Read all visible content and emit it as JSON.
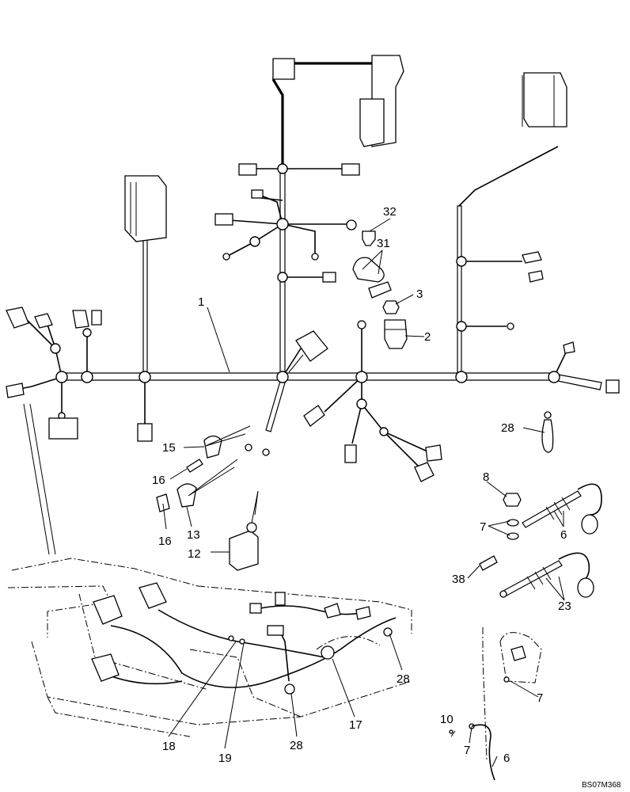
{
  "diagram": {
    "reference_code": "BS07M368",
    "callouts": [
      {
        "id": "c1",
        "text": "1"
      },
      {
        "id": "c2",
        "text": "2"
      },
      {
        "id": "c3",
        "text": "3"
      },
      {
        "id": "c32",
        "text": "32"
      },
      {
        "id": "c31",
        "text": "31"
      },
      {
        "id": "c28a",
        "text": "28"
      },
      {
        "id": "c8",
        "text": "8"
      },
      {
        "id": "c7a",
        "text": "7"
      },
      {
        "id": "c6a",
        "text": "6"
      },
      {
        "id": "c38",
        "text": "38"
      },
      {
        "id": "c23",
        "text": "23"
      },
      {
        "id": "c15",
        "text": "15"
      },
      {
        "id": "c16a",
        "text": "16"
      },
      {
        "id": "c16b",
        "text": "16"
      },
      {
        "id": "c13",
        "text": "13"
      },
      {
        "id": "c12",
        "text": "12"
      },
      {
        "id": "c7b",
        "text": "7"
      },
      {
        "id": "c10",
        "text": "10"
      },
      {
        "id": "c7c",
        "text": "7"
      },
      {
        "id": "c6b",
        "text": "6"
      },
      {
        "id": "c28b",
        "text": "28"
      },
      {
        "id": "c17",
        "text": "17"
      },
      {
        "id": "c28c",
        "text": "28"
      },
      {
        "id": "c18",
        "text": "18"
      },
      {
        "id": "c19",
        "text": "19"
      }
    ]
  }
}
